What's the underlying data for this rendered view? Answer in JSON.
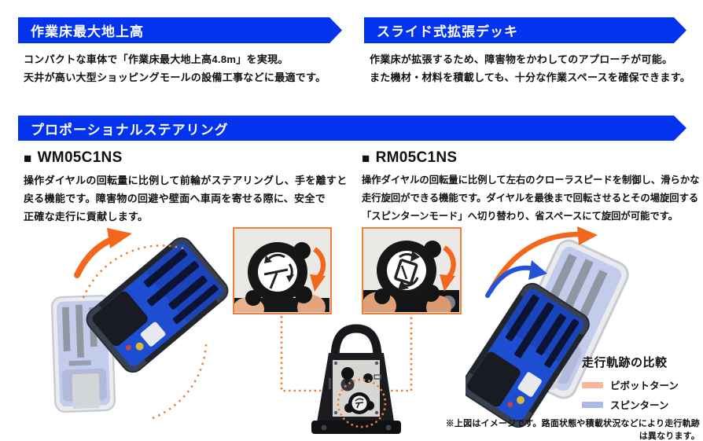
{
  "colors": {
    "banner_blue": "#0433f0",
    "accent_orange": "#f2671c",
    "photo_border_orange": "#f08038",
    "spin_arrow_blue": "#2353d6",
    "pivot_turn_swatch": "#f6b79c",
    "spin_turn_swatch": "#a9bae9"
  },
  "banners": {
    "platform_height": "作業床最大地上高",
    "slide_deck": "スライド式拡張デッキ",
    "steering": "プロポーショナルステアリング"
  },
  "sections": {
    "platform_height": {
      "body": "コンパクトな車体で「作業床最大地上高4.8m」を実現。\n天井が高い大型ショッピングモールの設備工事などに最適です。"
    },
    "slide_deck": {
      "body": "作業床が拡張するため、障害物をかわしてのアプローチが可能。\nまた機材・材料を積載しても、十分な作業スペースを確保できます。"
    },
    "steering": {
      "wm": {
        "bullet": "■",
        "model": "WM05C1NS",
        "body": "操作ダイヤルの回転量に比例して前輪がステアリングし、手を離すと\n戻る機能です。障害物の回避や壁面へ車両を寄せる際に、安全で\n正確な走行に貢献します。"
      },
      "rm": {
        "bullet": "■",
        "model": "RM05C1NS",
        "body": "操作ダイヤルの回転量に比例して左右のクローラスピードを制御し、滑らかな\n走行旋回ができる機能です。ダイヤルを最後まで回転させるとその場旋回する\n「スピンターンモード」へ切り替わり、省スペースにて旋回が可能です。"
      }
    }
  },
  "legend": {
    "title": "走行軌跡の比較",
    "items": [
      {
        "label": "ピボットターン",
        "color": "#f6b79c"
      },
      {
        "label": "スピンターン",
        "color": "#a9bae9"
      }
    ]
  },
  "footnote": "※上図はイメージです。路面状態や積載状況などにより走行軌跡は異なります。"
}
